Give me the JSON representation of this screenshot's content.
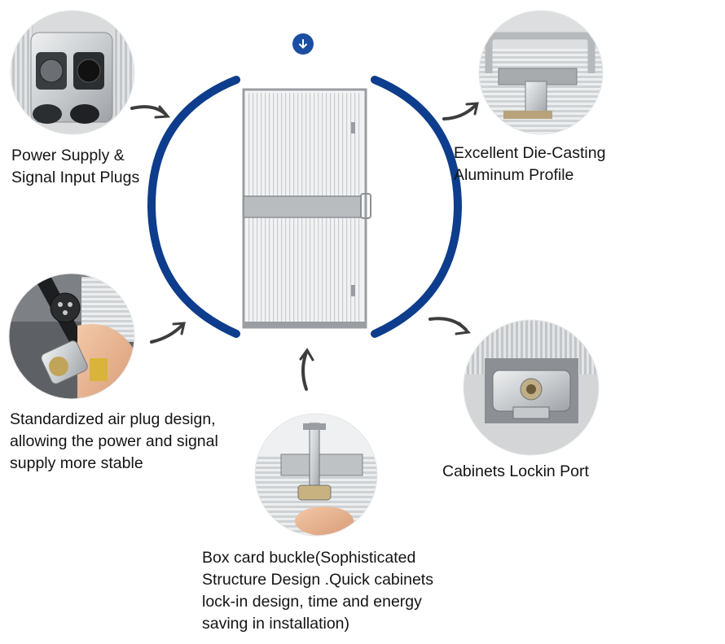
{
  "features": {
    "power_supply": {
      "label": "Power Supply &\nSignal Input Plugs"
    },
    "aluminum_profile": {
      "label": "Excellent Die-Casting\nAluminum Profile"
    },
    "air_plug": {
      "label": "Standardized air plug design,\nallowing the power and signal\nsupply more stable"
    },
    "lockin_port": {
      "label": "Cabinets Lockin Port"
    },
    "box_buckle": {
      "label": "Box card buckle(Sophisticated\nStructure Design .Quick cabinets\nlock-in design, time and energy\nsaving in installation)"
    }
  },
  "colors": {
    "ring": "#0d3d8c",
    "accent_button": "#1b4ea0",
    "metal_light": "#d8dadb",
    "metal_dark": "#8e9295",
    "arrow": "#444444"
  },
  "icons": {
    "scroll_down": "arrow-down-circle-icon",
    "pointer_arrows": "curved-arrow-icon"
  }
}
